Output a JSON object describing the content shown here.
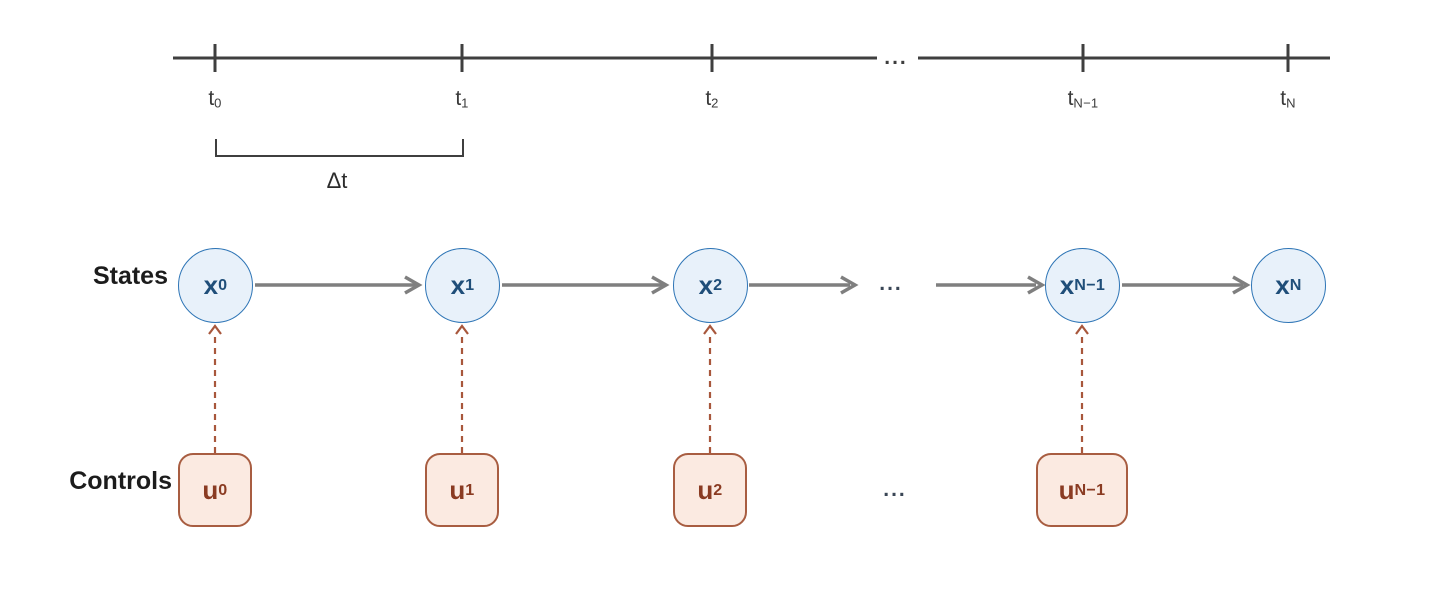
{
  "timeline": {
    "ticks": [
      {
        "base": "t",
        "sub": "0"
      },
      {
        "base": "t",
        "sub": "1"
      },
      {
        "base": "t",
        "sub": "2"
      },
      {
        "base": "t",
        "sub": "N−1"
      },
      {
        "base": "t",
        "sub": "N"
      }
    ],
    "ellipsis": "...",
    "interval_label": "Δt"
  },
  "states": {
    "row_label": "States",
    "nodes": [
      {
        "base": "x",
        "sub": "0"
      },
      {
        "base": "x",
        "sub": "1"
      },
      {
        "base": "x",
        "sub": "2"
      },
      {
        "base": "x",
        "sub": "N−1"
      },
      {
        "base": "x",
        "sub": "N"
      }
    ],
    "ellipsis": "..."
  },
  "controls": {
    "row_label": "Controls",
    "nodes": [
      {
        "base": "u",
        "sub": "0"
      },
      {
        "base": "u",
        "sub": "1"
      },
      {
        "base": "u",
        "sub": "2"
      },
      {
        "base": "u",
        "sub": "N−1"
      }
    ],
    "ellipsis": "..."
  },
  "colors": {
    "line_dark": "#3f3f3f",
    "arrow_gray": "#7f7f7f",
    "dashed_brown": "#a8573c",
    "state_fill": "#e8f1fa",
    "state_border": "#2e75b6",
    "state_text": "#1f4e79",
    "control_fill": "#fbeae1",
    "control_border": "#a85d41",
    "control_text": "#8a3b22",
    "ellipsis_dark": "#3d3d3d",
    "ellipsis_row": "#3a4656"
  }
}
